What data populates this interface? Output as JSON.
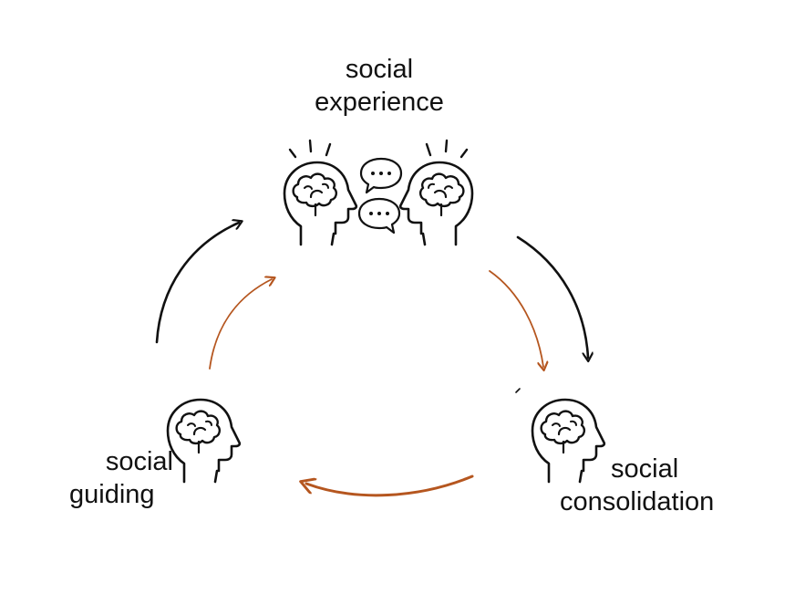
{
  "nodes": {
    "experience": {
      "line1": "social",
      "line2": "experience"
    },
    "guiding": {
      "line1": "social",
      "line2": "guiding"
    },
    "consolidation": {
      "line1": "social",
      "line2": "consolidation"
    }
  },
  "colors": {
    "outer_arrow": "#111111",
    "inner_arrow": "#b5561f",
    "icon_stroke": "#111111",
    "background": "#ffffff"
  },
  "icons": {
    "experience": [
      "head-brain-icon",
      "speech-bubble-icon",
      "speech-bubble-icon",
      "head-brain-icon"
    ],
    "guiding": "head-brain-icon",
    "consolidation": "head-brain-icon"
  }
}
